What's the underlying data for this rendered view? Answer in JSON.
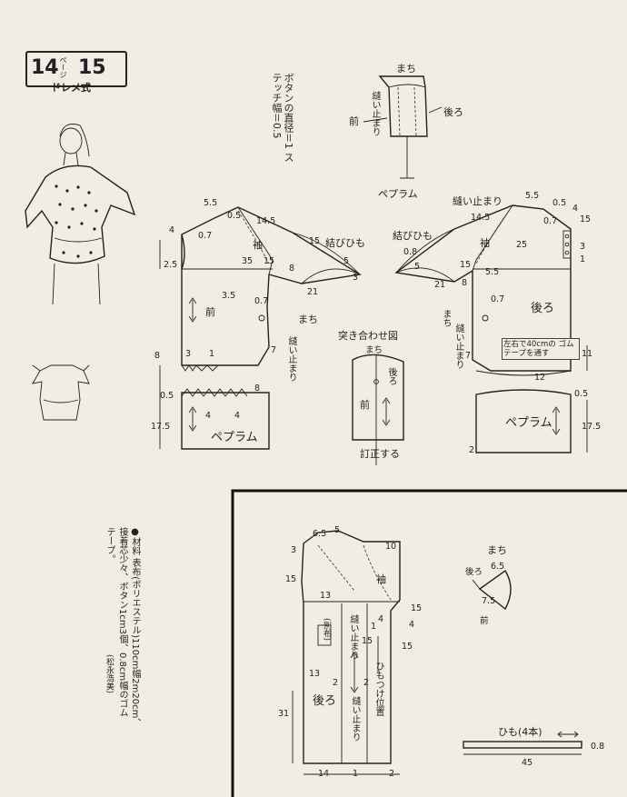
{
  "header": {
    "page_left": "14",
    "page_unit": "ページ",
    "page_right": "15",
    "method": "ドレメ式"
  },
  "top_notes": {
    "button_stitch": "ボタンの直径＝1 ステッチ幅＝0.5"
  },
  "gathers_detail": {
    "machi": "まち",
    "sew_stop": "縫い止まり",
    "front": "前",
    "back": "後ろ",
    "peplum": "ペプラム"
  },
  "front_pattern": {
    "m_55": "5.5",
    "m_05": "0.5",
    "m_145": "14.5",
    "m_4": "4",
    "m_07": "0.7",
    "sleeve": "袖",
    "m_15": "15",
    "tie": "結びひも",
    "m_25": "2.5",
    "m_35": "35",
    "m_15b": "15",
    "m_8": "8",
    "m_5": "5",
    "m_3": "3",
    "m_21": "21",
    "m_35b": "3.5",
    "m_07b": "0.7",
    "front": "前",
    "machi": "まち",
    "sew_stop": "縫い止まり",
    "m_3b": "3",
    "m_1": "1",
    "m_7": "7",
    "m_8b": "8",
    "m_05b": "0.5",
    "m_8c": "8",
    "m_4b": "4",
    "m_4c": "4",
    "m_175": "17.5",
    "peplum": "ペプラム"
  },
  "back_pattern": {
    "sew_stop": "縫い止まり",
    "m_55": "5.5",
    "m_05": "0.5",
    "m_4": "4",
    "m_145": "14.5",
    "m_07": "0.7",
    "m_15": "15",
    "tie": "結びひも",
    "sleeve": "袖",
    "m_08": "0.8",
    "m_25": "25",
    "m_3": "3",
    "m_1": "1",
    "m_5": "5",
    "m_15b": "15",
    "m_21": "21",
    "m_55b": "5.5",
    "m_8": "8",
    "m_07b": "0.7",
    "back": "後ろ",
    "machi": "まち",
    "sew_stop2": "縫い止まり",
    "elastic": "左右で40cmの ゴムテープを通す",
    "m_7": "7",
    "m_12": "12",
    "m_11": "11",
    "m_05b": "0.5",
    "m_175": "17.5",
    "m_2": "2",
    "peplum": "ペプラム"
  },
  "joined_diagram": {
    "title": "突き合わせ図",
    "machi": "まち",
    "back": "後ろ",
    "front": "前",
    "finish": "訂正する"
  },
  "materials": {
    "line1": "●材料 表布(ポリエステル)110cm幅2m20cm、",
    "line2": "接着芯少々、ボタン1cm3個、0.8cm幅のゴム",
    "line3": "テープ。",
    "line4": "(松永浩美)"
  },
  "cutting_layout": {
    "m_65": "6.5",
    "m_5": "5",
    "m_10": "10",
    "m_3": "3",
    "m_15": "15",
    "sleeve": "袖",
    "m_13": "13",
    "m_15b": "15",
    "m_4": "4",
    "m_4b": "4",
    "m_15c": "15",
    "bessai": "(別布)",
    "m_1": "1",
    "sew_stop": "縫い止まり",
    "m_15d": "15",
    "m_13b": "13",
    "m_2": "2",
    "m_2b": "2",
    "tie_pos": "ひもつけ位置",
    "back": "後ろ",
    "m_31": "31",
    "sew_stop2": "縫い止まり",
    "m_14": "14",
    "m_1b": "1",
    "m_2c": "2"
  },
  "machi_piece": {
    "label": "まち",
    "back": "後ろ",
    "m_65": "6.5",
    "m_75": "7.5",
    "front": "前"
  },
  "tie_strip": {
    "label": "ひも(4本)",
    "m_08": "0.8",
    "m_45": "45"
  }
}
